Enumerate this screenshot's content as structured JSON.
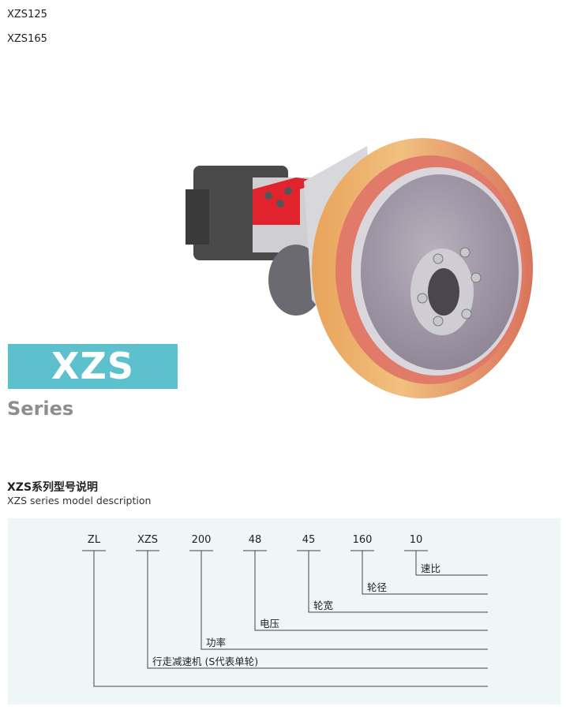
{
  "models": [
    "XZS125",
    "XZS165"
  ],
  "banner": {
    "title": "XZS",
    "subtitle": "Series",
    "color": "#5cc1cc"
  },
  "description": {
    "title_cn": "XZS系列型号说明",
    "title_en": "XZS series model description"
  },
  "diagram": {
    "codes": [
      "ZL",
      "XZS",
      "200",
      "48",
      "45",
      "160",
      "10"
    ],
    "labels": [
      "速比",
      "轮径",
      "轮宽",
      "电压",
      "功率",
      "行走减速机 (S代表单轮)"
    ]
  }
}
